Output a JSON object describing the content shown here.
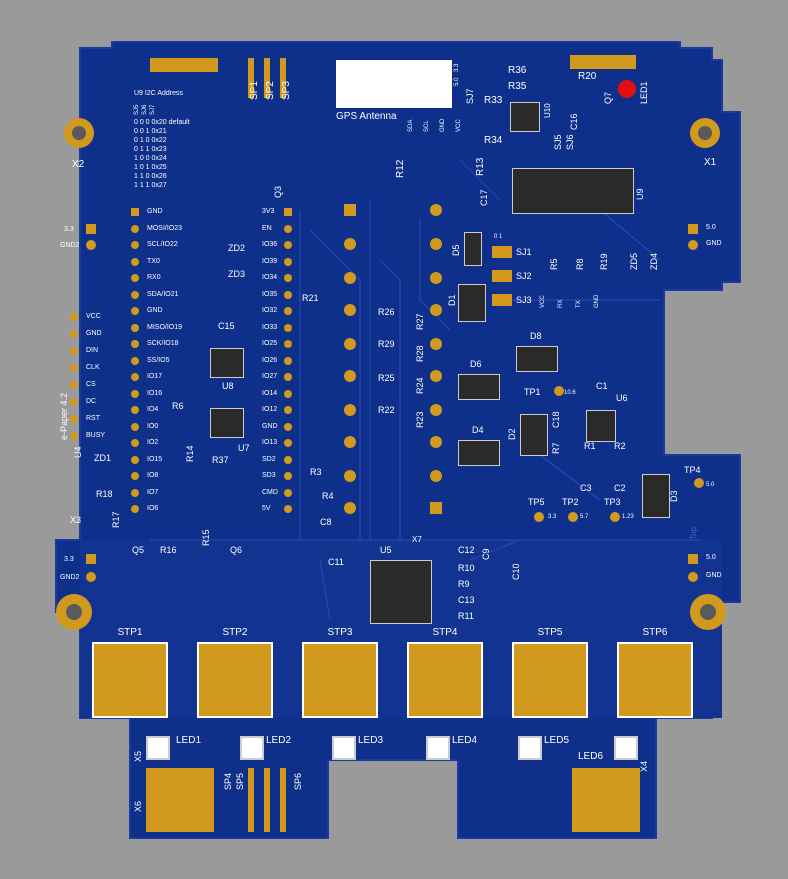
{
  "board": {
    "silk_color": "#ffffff",
    "board_color": "#0e2f8a",
    "copper_color": "#d19a1e",
    "bg_color": "#9a9a9a"
  },
  "connectors": {
    "sp1": "SP1",
    "sp2": "SP2",
    "sp3": "SP3",
    "sp4": "SP4",
    "sp5": "SP5",
    "sp6": "SP6",
    "gps_antenna": "GPS Antenna",
    "gps_pins": [
      "SDA",
      "SCL",
      "GND",
      "VCC"
    ],
    "power_left_top": [
      "3.3",
      "GND2"
    ],
    "power_left_bottom": [
      "3.3",
      "GND2"
    ],
    "power_right_top": [
      "5.0",
      "GND"
    ],
    "power_right_bottom": [
      "5.0",
      "GND"
    ],
    "x1": "X1",
    "x2": "X2",
    "x3": "X3",
    "x4": "X4",
    "x5": "X5",
    "x6": "X6",
    "x7": "X7",
    "uart_pins": [
      "VCC",
      "RX",
      "TX",
      "GND"
    ]
  },
  "i2c_table": {
    "title": "U9 I2C Address",
    "headers": [
      "SJ5",
      "SJ6",
      "SJ7"
    ],
    "rows": [
      "0 0 0  0x20 default",
      "0 0 1  0x21",
      "0 1 0  0x22",
      "0 1 1  0x23",
      "1 0 0  0x24",
      "1 0 1  0x25",
      "1 1 0  0x26",
      "1 1 1  0x27"
    ]
  },
  "esp32": {
    "left_pins": [
      "GND",
      "MOSI/IO23",
      "SCL/IO22",
      "TX0",
      "RX0",
      "SDA/IO21",
      "GND",
      "MISO/IO19",
      "SCK/IO18",
      "SS/IO5",
      "IO17",
      "IO16",
      "IO4",
      "IO0",
      "IO2",
      "IO15",
      "IO8",
      "IO7",
      "IO6"
    ],
    "right_pins": [
      "3V3",
      "EN",
      "IO36",
      "IO39",
      "IO34",
      "IO35",
      "IO32",
      "IO33",
      "IO25",
      "IO26",
      "IO27",
      "IO14",
      "IO12",
      "GND",
      "IO13",
      "SD2",
      "SD3",
      "CMD",
      "5V"
    ]
  },
  "epaper": {
    "title": "e-Paper 4.2",
    "designator": "U4",
    "pins": [
      "VCC",
      "GND",
      "DIN",
      "CLK",
      "CS",
      "DC",
      "RST",
      "BUSY"
    ]
  },
  "designators": {
    "zd1": "ZD1",
    "zd2": "ZD2",
    "zd3": "ZD3",
    "zd4": "ZD4",
    "zd5": "ZD5",
    "q3": "Q3",
    "q5": "Q5",
    "q6": "Q6",
    "q7": "Q7",
    "u5": "U5",
    "u6": "U6",
    "u7": "U7",
    "u8": "U8",
    "u9": "U9",
    "u10": "U10",
    "d1": "D1",
    "d2": "D2",
    "d3": "D3",
    "d4": "D4",
    "d5": "D5",
    "d6": "D6",
    "d8": "D8",
    "c1": "C1",
    "c2": "C2",
    "c3": "C3",
    "c8": "C8",
    "c9": "C9",
    "c10": "C10",
    "c11": "C11",
    "c12": "C12",
    "c13": "C13",
    "c15": "C15",
    "c16": "C16",
    "c17": "C17",
    "c18": "C18",
    "r1": "R1",
    "r2": "R2",
    "r3": "R3",
    "r4": "R4",
    "r5": "R5",
    "r6": "R6",
    "r7": "R7",
    "r8": "R8",
    "r9": "R9",
    "r10": "R10",
    "r11": "R11",
    "r12": "R12",
    "r13": "R13",
    "r14": "R14",
    "r15": "R15",
    "r16": "R16",
    "r17": "R17",
    "r18": "R18",
    "r19": "R19",
    "r20": "R20",
    "r21": "R21",
    "r22": "R22",
    "r23": "R23",
    "r24": "R24",
    "r25": "R25",
    "r26": "R26",
    "r27": "R27",
    "r28": "R28",
    "r29": "R29",
    "r33": "R33",
    "r34": "R34",
    "r35": "R35",
    "r36": "R36",
    "r37": "R37",
    "sj1": "SJ1",
    "sj2": "SJ2",
    "sj3": "SJ3",
    "sj5": "SJ5",
    "sj6": "SJ6",
    "sj7": "SJ7",
    "sj1_jumper": "0   1",
    "sj7_opts": [
      "5.0",
      "3.3"
    ],
    "led1": "LED1"
  },
  "test_points": {
    "tp1": "TP1",
    "tp1_val": "10.6",
    "tp2": "TP2",
    "tp2_val": "5.7",
    "tp3": "TP3",
    "tp3_val": "1.23",
    "tp4": "TP4",
    "tp4_val": "5.0",
    "tp5": "TP5",
    "tp5_val": "3.3"
  },
  "stepper": {
    "pads": [
      "STP1",
      "STP2",
      "STP3",
      "STP4",
      "STP5",
      "STP6"
    ],
    "leds": [
      "LED1",
      "LED2",
      "LED3",
      "LED4",
      "LED5",
      "LED6"
    ]
  },
  "misc": {
    "top_label": "Top"
  }
}
